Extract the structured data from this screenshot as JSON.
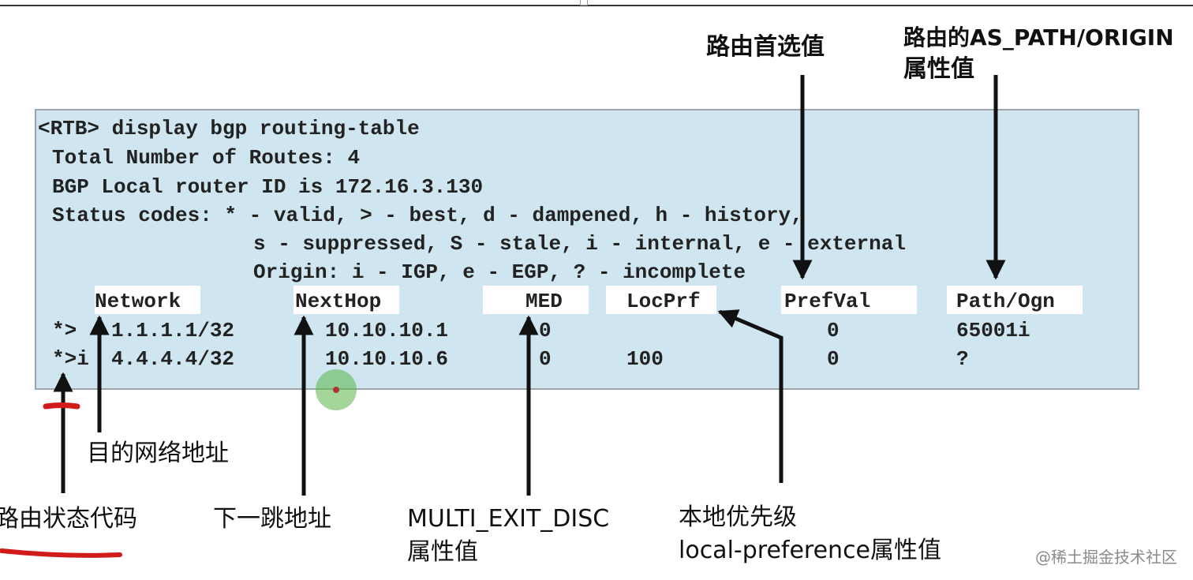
{
  "terminal": {
    "prompt_line": "<RTB> display bgp routing-table",
    "total_routes": "Total Number of Routes: 4",
    "router_id": "BGP Local router ID is 172.16.3.130",
    "status_codes_1": "Status codes: * - valid, > - best, d - dampened, h - history,",
    "status_codes_2": "s - suppressed, S - stale, i - internal, e - external",
    "origin_codes": "Origin: i - IGP, e - EGP, ? - incomplete",
    "columns": [
      "Network",
      "NextHop",
      "MED",
      "LocPrf",
      "PrefVal",
      "Path/Ogn"
    ],
    "rows": [
      {
        "status": "*>",
        "network": "1.1.1.1/32",
        "nexthop": "10.10.10.1",
        "med": "0",
        "locprf": "",
        "prefval": "0",
        "path": "65001i"
      },
      {
        "status": "*>i",
        "network": "4.4.4.4/32",
        "nexthop": "10.10.10.6",
        "med": "0",
        "locprf": "100",
        "prefval": "0",
        "path": "?"
      }
    ]
  },
  "annotations": {
    "prefval": "路由首选值",
    "path_line1": "路由的AS_PATH/ORIGIN",
    "path_line2": "属性值",
    "network": "目的网络地址",
    "status": "路由状态代码",
    "nexthop": "下一跳地址",
    "med_line1": "MULTI_EXIT_DISC",
    "med_line2": "属性值",
    "locprf_line1": "本地优先级",
    "locprf_line2": "local-preference属性值"
  },
  "watermark": "@稀土掘金技术社区",
  "colors": {
    "terminal_bg": "#cfe6f0",
    "highlight_red": "#d11a1a",
    "cursor_green": "#5ab446"
  }
}
